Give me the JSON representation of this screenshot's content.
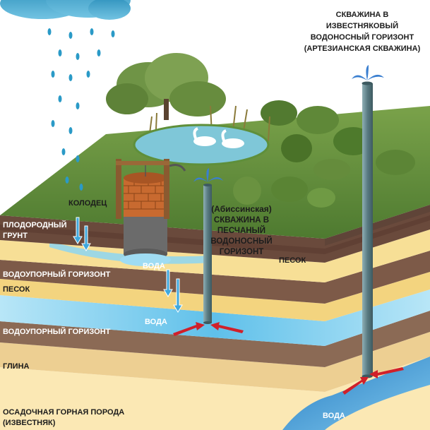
{
  "labels": {
    "kolodets": "КОЛОДЕЦ",
    "plodorodny_1": "ПЛОДОРОДНЫЙ",
    "plodorodny_2": "ГРУНТ",
    "voda_well": "ВОДА",
    "vodoupor_1": "ВОДОУПОРНЫЙ ГОРИЗОНТ",
    "pesok_left": "ПЕСОК",
    "voda_mid": "ВОДА",
    "vodoupor_2": "ВОДОУПОРНЫЙ ГОРИЗОНТ",
    "glina": "ГЛИНА",
    "osadochnaya_1": "ОСАДОЧНАЯ ГОРНАЯ ПОРОДА",
    "osadochnaya_2": "(ИЗВЕСТНЯК)",
    "pesok_right": "ПЕСОК",
    "voda_bottom": "ВОДА",
    "abyssin_1": "(Абиссинская)",
    "abyssin_2": "СКВАЖИНА В",
    "abyssin_3": "ПЕСЧАНЫЙ",
    "abyssin_4": "ВОДОНОСНЫЙ",
    "abyssin_5": "ГОРИЗОНТ",
    "artesian_1": "СКВАЖИНА В",
    "artesian_2": "ИЗВЕСТНЯКОВЫЙ",
    "artesian_3": "ВОДОНОСНЫЙ ГОРИЗОНТ",
    "artesian_4": "(АРТЕЗИАНСКАЯ СКВАЖИНА)"
  },
  "colors": {
    "sky_rain": "#3fa3c9",
    "grass": "#5f8a3a",
    "fertile_soil": "#6b4a3a",
    "sand": "#f1d27a",
    "aquifer_water": "#7fd0f0",
    "clay": "#e9c98a",
    "limestone": "#fbe8b4",
    "pipe": "#5d7f86",
    "arrow_red": "#d0202a"
  }
}
